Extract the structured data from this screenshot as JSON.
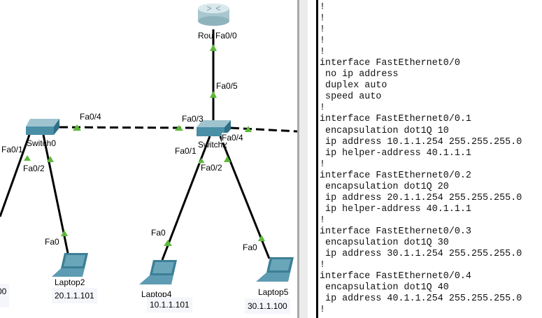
{
  "topology": {
    "router": {
      "name_visible": "Rou",
      "port": "Fa0/0"
    },
    "switch0": {
      "name": "Switch0",
      "ports": {
        "trunk": "Fa0/4",
        "left": "Fa0/1",
        "laptop": "Fa0/2"
      }
    },
    "switch2": {
      "name": "Switch2",
      "ports": {
        "uplink": "Fa0/5",
        "trunk_left": "Fa0/3",
        "trunk_right": "Fa0/4",
        "laptop4": "Fa0/1",
        "laptop5": "Fa0/2"
      }
    },
    "left_device": {
      "ip_partial": "00"
    },
    "laptop2": {
      "name": "Laptop2",
      "port": "Fa0",
      "ip": "20.1.1.101"
    },
    "laptop4": {
      "name": "Laptop4",
      "port": "Fa0",
      "ip": "10.1.1.101"
    },
    "laptop5": {
      "name": "Laptop5",
      "port": "Fa0",
      "ip": "30.1.1.100"
    },
    "colors": {
      "link_up": "#5cb83a",
      "device": "#4a8fa6"
    }
  },
  "config": {
    "lines": [
      "!",
      "!",
      "!",
      "!",
      "!",
      "interface FastEthernet0/0",
      " no ip address",
      " duplex auto",
      " speed auto",
      "!",
      "interface FastEthernet0/0.1",
      " encapsulation dot1Q 10",
      " ip address 10.1.1.254 255.255.255.0",
      " ip helper-address 40.1.1.1",
      "!",
      "interface FastEthernet0/0.2",
      " encapsulation dot1Q 20",
      " ip address 20.1.1.254 255.255.255.0",
      " ip helper-address 40.1.1.1",
      "!",
      "interface FastEthernet0/0.3",
      " encapsulation dot1Q 30",
      " ip address 30.1.1.254 255.255.255.0",
      "!",
      "interface FastEthernet0/0.4",
      " encapsulation dot1Q 40",
      " ip address 40.1.1.254 255.255.255.0",
      "!"
    ]
  }
}
